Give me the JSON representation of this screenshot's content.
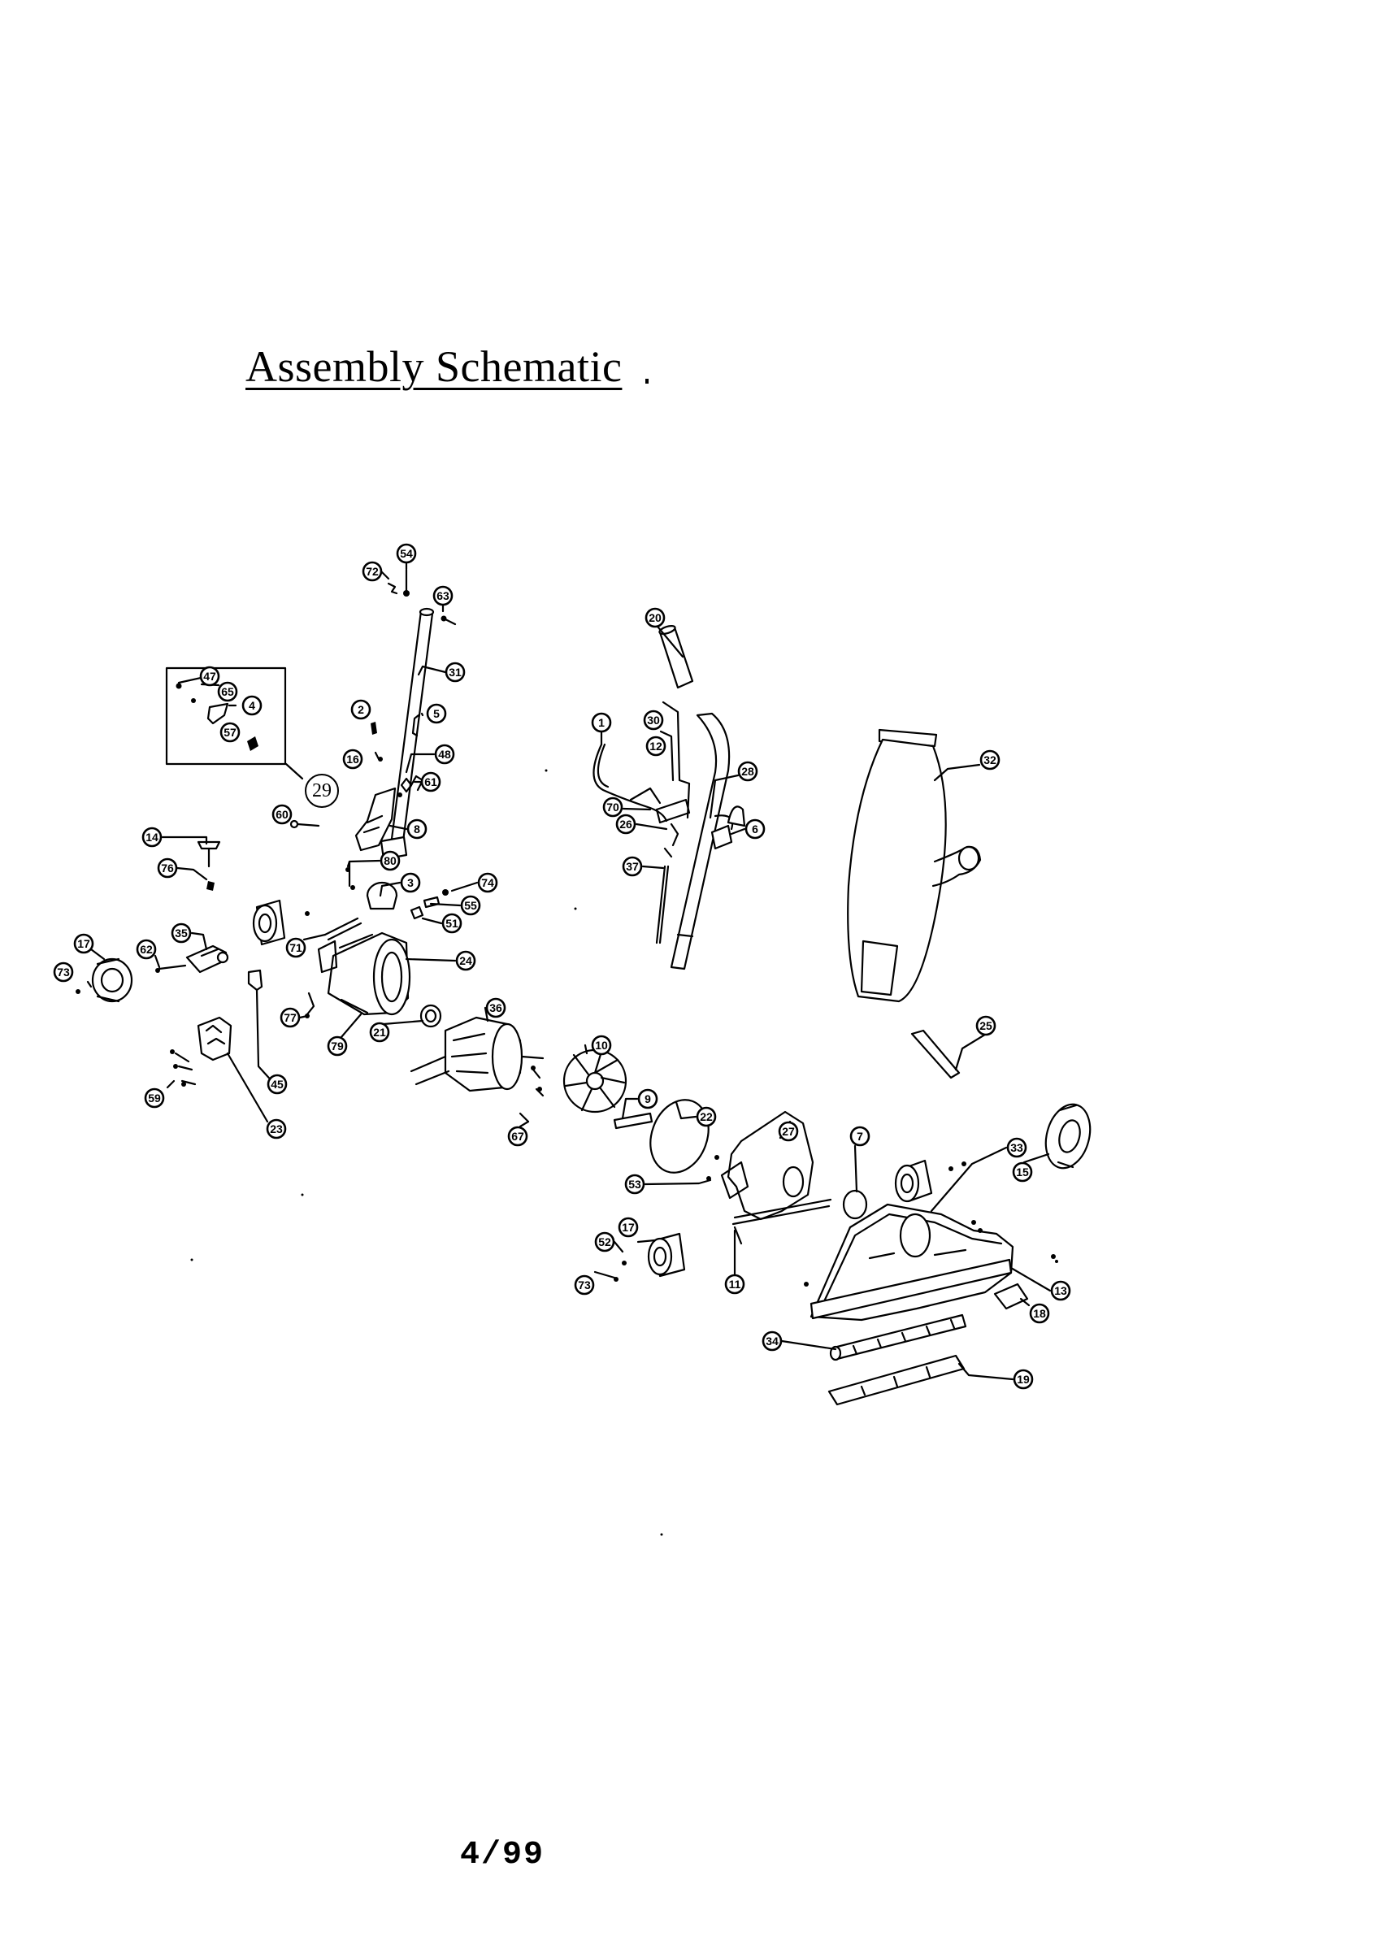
{
  "document": {
    "title": "Assembly Schematic",
    "footer": "4/99"
  },
  "callouts": [
    "54",
    "72",
    "63",
    "31",
    "47",
    "65",
    "4",
    "57",
    "5",
    "2",
    "16",
    "48",
    "61",
    "29",
    "60",
    "8",
    "14",
    "76",
    "80",
    "3",
    "74",
    "55",
    "51",
    "35",
    "62",
    "17",
    "73",
    "71",
    "24",
    "77",
    "79",
    "21",
    "36",
    "45",
    "59",
    "23",
    "20",
    "30",
    "1",
    "12",
    "28",
    "70",
    "26",
    "6",
    "37",
    "32",
    "10",
    "9",
    "22",
    "67",
    "27",
    "7",
    "53",
    "33",
    "15",
    "25",
    "52",
    "11",
    "13",
    "18",
    "34",
    "19"
  ]
}
